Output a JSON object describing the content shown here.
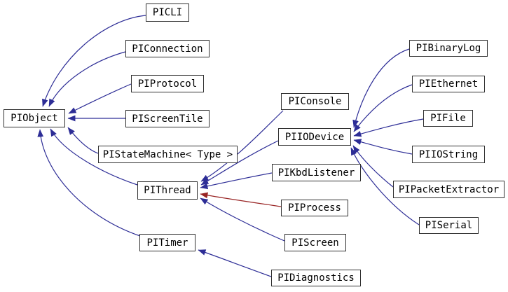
{
  "diagram": {
    "kind": "class-inheritance-graph",
    "colors": {
      "background": "#ffffff",
      "node_fill": "#ffffff",
      "node_border": "#303030",
      "node_text": "#000000",
      "edge_public": "#2d2d96",
      "edge_private": "#992525"
    },
    "nodes": {
      "PIObject": {
        "label": "PIObject"
      },
      "PICLI": {
        "label": "PICLI"
      },
      "PIConnection": {
        "label": "PIConnection"
      },
      "PIProtocol": {
        "label": "PIProtocol"
      },
      "PIScreenTile": {
        "label": "PIScreenTile"
      },
      "PIStateMachine": {
        "label": "PIStateMachine< Type >"
      },
      "PIThread": {
        "label": "PIThread"
      },
      "PITimer": {
        "label": "PITimer"
      },
      "PIConsole": {
        "label": "PIConsole"
      },
      "PIIODevice": {
        "label": "PIIODevice"
      },
      "PIKbdListener": {
        "label": "PIKbdListener"
      },
      "PIProcess": {
        "label": "PIProcess"
      },
      "PIScreen": {
        "label": "PIScreen"
      },
      "PIDiagnostics": {
        "label": "PIDiagnostics"
      },
      "PIBinaryLog": {
        "label": "PIBinaryLog"
      },
      "PIEthernet": {
        "label": "PIEthernet"
      },
      "PIFile": {
        "label": "PIFile"
      },
      "PIIOString": {
        "label": "PIIOString"
      },
      "PIPacketExtractor": {
        "label": "PIPacketExtractor"
      },
      "PISerial": {
        "label": "PISerial"
      }
    },
    "edges": [
      {
        "from": "PICLI",
        "to": "PIObject",
        "relation": "public-inheritance"
      },
      {
        "from": "PIConnection",
        "to": "PIObject",
        "relation": "public-inheritance"
      },
      {
        "from": "PIProtocol",
        "to": "PIObject",
        "relation": "public-inheritance"
      },
      {
        "from": "PIScreenTile",
        "to": "PIObject",
        "relation": "public-inheritance"
      },
      {
        "from": "PIStateMachine",
        "to": "PIObject",
        "relation": "public-inheritance"
      },
      {
        "from": "PIThread",
        "to": "PIObject",
        "relation": "public-inheritance"
      },
      {
        "from": "PITimer",
        "to": "PIObject",
        "relation": "public-inheritance"
      },
      {
        "from": "PIConsole",
        "to": "PIThread",
        "relation": "public-inheritance"
      },
      {
        "from": "PIIODevice",
        "to": "PIThread",
        "relation": "public-inheritance"
      },
      {
        "from": "PIKbdListener",
        "to": "PIThread",
        "relation": "public-inheritance"
      },
      {
        "from": "PIProcess",
        "to": "PIThread",
        "relation": "private-inheritance"
      },
      {
        "from": "PIScreen",
        "to": "PIThread",
        "relation": "public-inheritance"
      },
      {
        "from": "PIBinaryLog",
        "to": "PIIODevice",
        "relation": "public-inheritance"
      },
      {
        "from": "PIEthernet",
        "to": "PIIODevice",
        "relation": "public-inheritance"
      },
      {
        "from": "PIFile",
        "to": "PIIODevice",
        "relation": "public-inheritance"
      },
      {
        "from": "PIIOString",
        "to": "PIIODevice",
        "relation": "public-inheritance"
      },
      {
        "from": "PIPacketExtractor",
        "to": "PIIODevice",
        "relation": "public-inheritance"
      },
      {
        "from": "PISerial",
        "to": "PIIODevice",
        "relation": "public-inheritance"
      },
      {
        "from": "PIDiagnostics",
        "to": "PITimer",
        "relation": "public-inheritance"
      }
    ]
  }
}
